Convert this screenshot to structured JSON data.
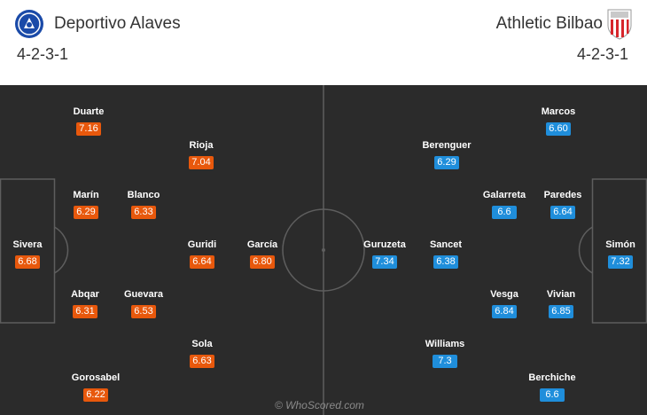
{
  "home": {
    "name": "Deportivo Alaves",
    "formation": "4-2-3-1",
    "color": "#e8580c",
    "players": [
      {
        "name": "Duarte",
        "rating": "7.16"
      },
      {
        "name": "Rioja",
        "rating": "7.04"
      },
      {
        "name": "Marín",
        "rating": "6.29"
      },
      {
        "name": "Blanco",
        "rating": "6.33"
      },
      {
        "name": "Sivera",
        "rating": "6.68"
      },
      {
        "name": "Guridi",
        "rating": "6.64"
      },
      {
        "name": "García",
        "rating": "6.80"
      },
      {
        "name": "Abqar",
        "rating": "6.31"
      },
      {
        "name": "Guevara",
        "rating": "6.53"
      },
      {
        "name": "Sola",
        "rating": "6.63"
      },
      {
        "name": "Gorosabel",
        "rating": "6.22"
      }
    ]
  },
  "away": {
    "name": "Athletic Bilbao",
    "formation": "4-2-3-1",
    "color": "#1f8edb",
    "players": [
      {
        "name": "Marcos",
        "rating": "6.60"
      },
      {
        "name": "Berenguer",
        "rating": "6.29"
      },
      {
        "name": "Galarreta",
        "rating": "6.6"
      },
      {
        "name": "Paredes",
        "rating": "6.64"
      },
      {
        "name": "Guruzeta",
        "rating": "7.34"
      },
      {
        "name": "Sancet",
        "rating": "6.38"
      },
      {
        "name": "Simón",
        "rating": "7.32"
      },
      {
        "name": "Vesga",
        "rating": "6.84"
      },
      {
        "name": "Vivian",
        "rating": "6.85"
      },
      {
        "name": "Williams",
        "rating": "7.3"
      },
      {
        "name": "Berchiche",
        "rating": "6.6"
      }
    ]
  },
  "watermark": "© WhoScored.com"
}
